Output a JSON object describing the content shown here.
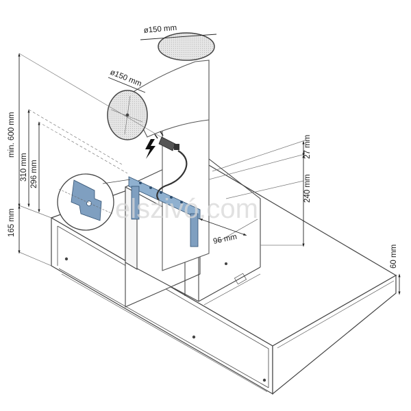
{
  "dimensions": {
    "duct_top_diameter": "ø150 mm",
    "duct_side_diameter": "ø150 mm",
    "min_height": "min. 600 mm",
    "bracket_height_310": "310 mm",
    "bracket_height_296": "296 mm",
    "base_height_165": "165 mm",
    "chimney_offset_27": "27 mm",
    "chimney_height_240": "240 mm",
    "bracket_width_96": "96 mm",
    "hood_thickness_60": "60 mm"
  },
  "watermark": "elszivó.com",
  "icons": [
    "power-plug-icon",
    "electric-lightning-icon",
    "wall-bracket-detail-icon"
  ],
  "colors": {
    "line": "#444444",
    "bracket": "#7f9fc0",
    "duct_fill": "#e3e3e3"
  }
}
